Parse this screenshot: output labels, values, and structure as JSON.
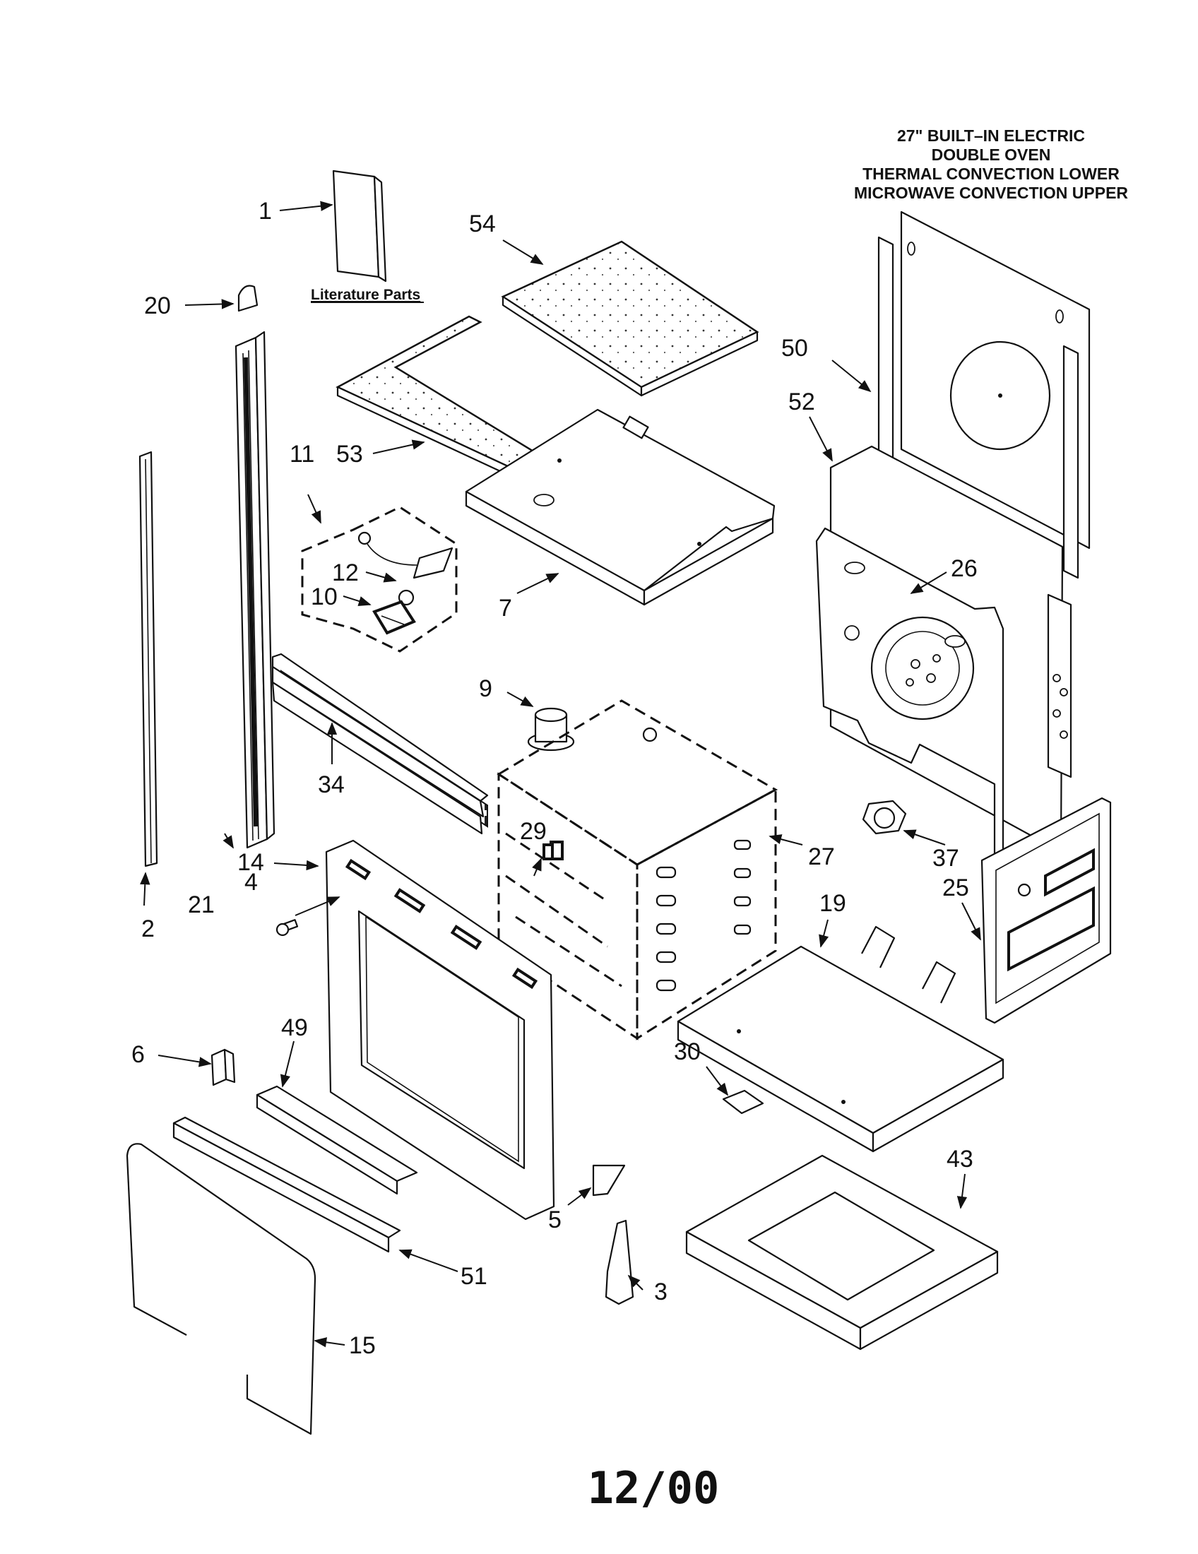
{
  "title": {
    "lines": [
      "27\" BUILT–IN ELECTRIC",
      "DOUBLE OVEN",
      "THERMAL CONVECTION LOWER",
      "MICROWAVE CONVECTION UPPER"
    ]
  },
  "literature_label": "Literature Parts",
  "date_code": "12/00",
  "callouts": {
    "c1": "1",
    "c2": "2",
    "c3": "3",
    "c4": "4",
    "c5": "5",
    "c6": "6",
    "c7": "7",
    "c9": "9",
    "c10": "10",
    "c11": "11",
    "c12": "12",
    "c14": "14",
    "c15": "15",
    "c19": "19",
    "c20": "20",
    "c21": "21",
    "c25": "25",
    "c26": "26",
    "c27": "27",
    "c29": "29",
    "c30": "30",
    "c34": "34",
    "c37": "37",
    "c43": "43",
    "c49": "49",
    "c50": "50",
    "c51": "51",
    "c52": "52",
    "c53": "53",
    "c54": "54"
  }
}
